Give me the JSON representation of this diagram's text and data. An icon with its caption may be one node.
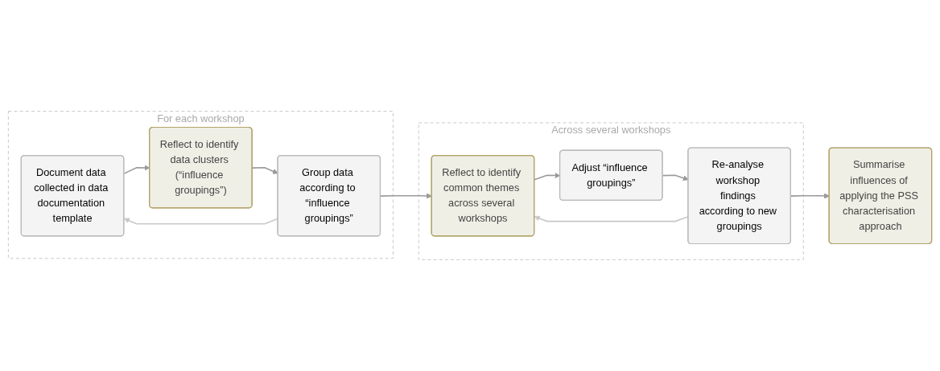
{
  "diagram": {
    "nodes": [
      {
        "text": [
          "For each workshop"
        ]
      },
      {
        "text": [
          "Document data collected in data documentation template"
        ],
        "in": 0
      },
      {
        "text": [
          "Reflect to identify data clusters (“influence groupings”)"
        ],
        "in": 0
      },
      {
        "text": [
          "Group data according to “influence groupings”"
        ],
        "in": 0
      },
      {
        "text": [
          "Across several workshops"
        ]
      },
      {
        "text": [
          "Reflect to identify common themes across several workshops"
        ],
        "in": 4
      },
      {
        "text": [
          "Adjust “influence groupings”"
        ],
        "in": 4
      },
      {
        "text": [
          "Re-analyse workshop findings according to new groupings"
        ],
        "in": 4
      },
      {
        "text": [
          "Summarise influences of applying the PSS characterisation approach"
        ]
      }
    ],
    "edges": [
      {
        "from": 1,
        "to": 2,
        "arrow": "to"
      },
      {
        "from": 2,
        "to": 3,
        "arrow": "to"
      },
      {
        "from": 3,
        "to": 1,
        "arrow": "to",
        "color": "#c8c8c8"
      },
      {
        "from": 3,
        "to": 5,
        "arrow": "to"
      },
      {
        "from": 5,
        "to": 6,
        "arrow": "to"
      },
      {
        "from": 6,
        "to": 7,
        "arrow": "to"
      },
      {
        "from": 7,
        "to": 5,
        "arrow": "to",
        "color": "#c8c8c8"
      },
      {
        "from": 7,
        "to": 8,
        "arrow": "to"
      }
    ]
  }
}
